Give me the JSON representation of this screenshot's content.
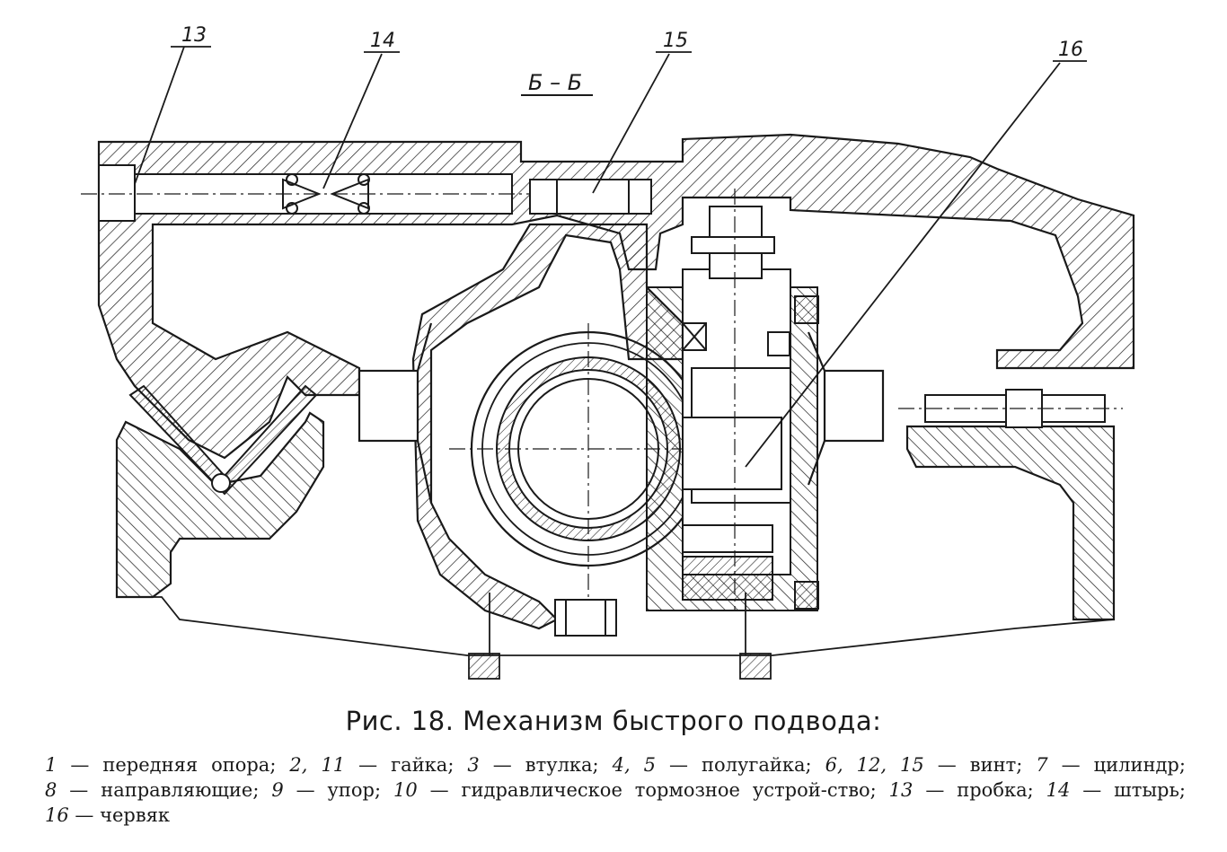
{
  "section_label": "Б – Б",
  "callouts": {
    "c13": "13",
    "c14": "14",
    "c15": "15",
    "c16": "16"
  },
  "caption": {
    "title": "Рис. 18. Механизм быстрого подвода:",
    "legend": [
      {
        "num": "1",
        "text": "— передняя опора;"
      },
      {
        "num": "2, 11",
        "text": "— гайка;"
      },
      {
        "num": "3",
        "text": "— втулка;"
      },
      {
        "num": "4, 5",
        "text": "— полугайка;"
      },
      {
        "num": "6, 12, 15",
        "text": "— винт;"
      },
      {
        "num": "7",
        "text": "— цилиндр;"
      },
      {
        "num": "8",
        "text": "— направляющие;"
      },
      {
        "num": "9",
        "text": "— упор;"
      },
      {
        "num": "10",
        "text": "— гидравлическое тормозное устрой-ство;"
      },
      {
        "num": "13",
        "text": "— пробка;"
      },
      {
        "num": "14",
        "text": "— штырь;"
      },
      {
        "num": "16",
        "text": "— червяк"
      }
    ]
  },
  "colors": {
    "ink": "#1a1a1a",
    "paper": "#ffffff"
  }
}
